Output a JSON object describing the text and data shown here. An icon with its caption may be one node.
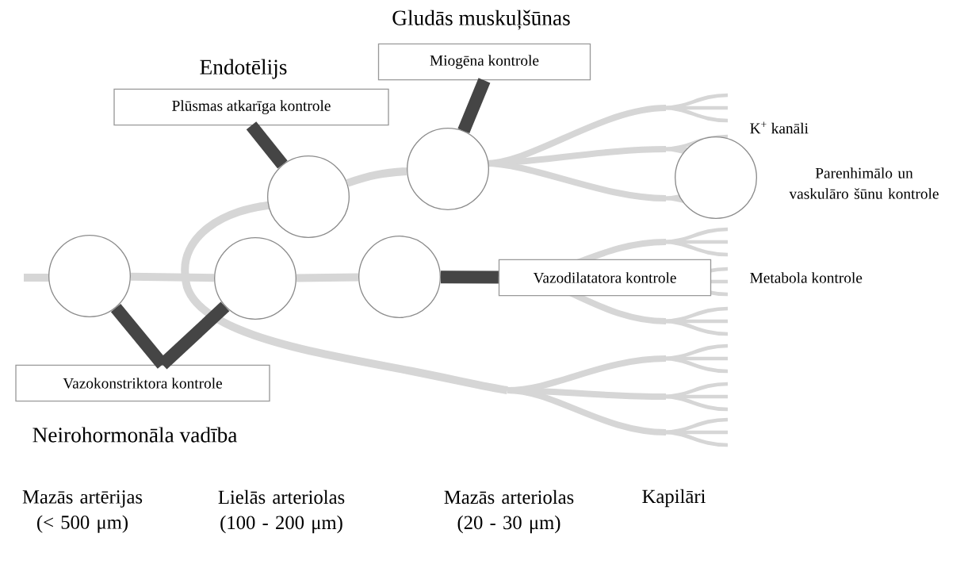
{
  "diagram": {
    "nodes": [
      {
        "text": [
          "Gludās muskuļšūnas",
          "Miogēna kontrole"
        ]
      },
      {
        "text": [
          "Endotēlijs",
          "Plūsmas atkarīga kontrole"
        ]
      },
      {
        "text": [],
        "shape": "circle"
      },
      {
        "text": [],
        "shape": "circle"
      },
      {
        "text": [],
        "shape": "circle",
        "beside": [
          "K$^{+}$ kanāli",
          "Parenhimālo un vaskulāro šūnu kontrole"
        ]
      },
      {
        "text": [],
        "shape": "circle"
      },
      {
        "text": [],
        "shape": "circle"
      },
      {
        "text": [],
        "shape": "circle"
      },
      {
        "text": [
          "Vazodilatatora kontrole"
        ]
      },
      {
        "text": [
          "Vazokonstriktora kontrole",
          "Neirohormonāla vadība"
        ]
      }
    ],
    "edges": [
      {
        "from": 0,
        "to": 2,
        "arrow": "none"
      },
      {
        "from": 1,
        "to": 3,
        "arrow": "none"
      },
      {
        "from": 9,
        "to": 5,
        "arrow": "none"
      },
      {
        "from": 9,
        "to": 6,
        "arrow": "none"
      },
      {
        "from": 7,
        "to": 8,
        "arrow": "none"
      },
      {
        "from": 5,
        "to": 6,
        "arrow": "none",
        "color": "#d6d6d6"
      },
      {
        "from": 6,
        "to": 7,
        "arrow": "none",
        "color": "#d6d6d6"
      },
      {
        "from": 3,
        "to": 2,
        "arrow": "none",
        "color": "#d6d6d6"
      }
    ],
    "labels": [
      "Metabola kontrole",
      "Mazās artērijas (< 500 μm)",
      "Lielās arteriolas (100 - 200 μm)",
      "Mazās arteriolas (20 - 30 μm)",
      "Kapilāri"
    ]
  }
}
